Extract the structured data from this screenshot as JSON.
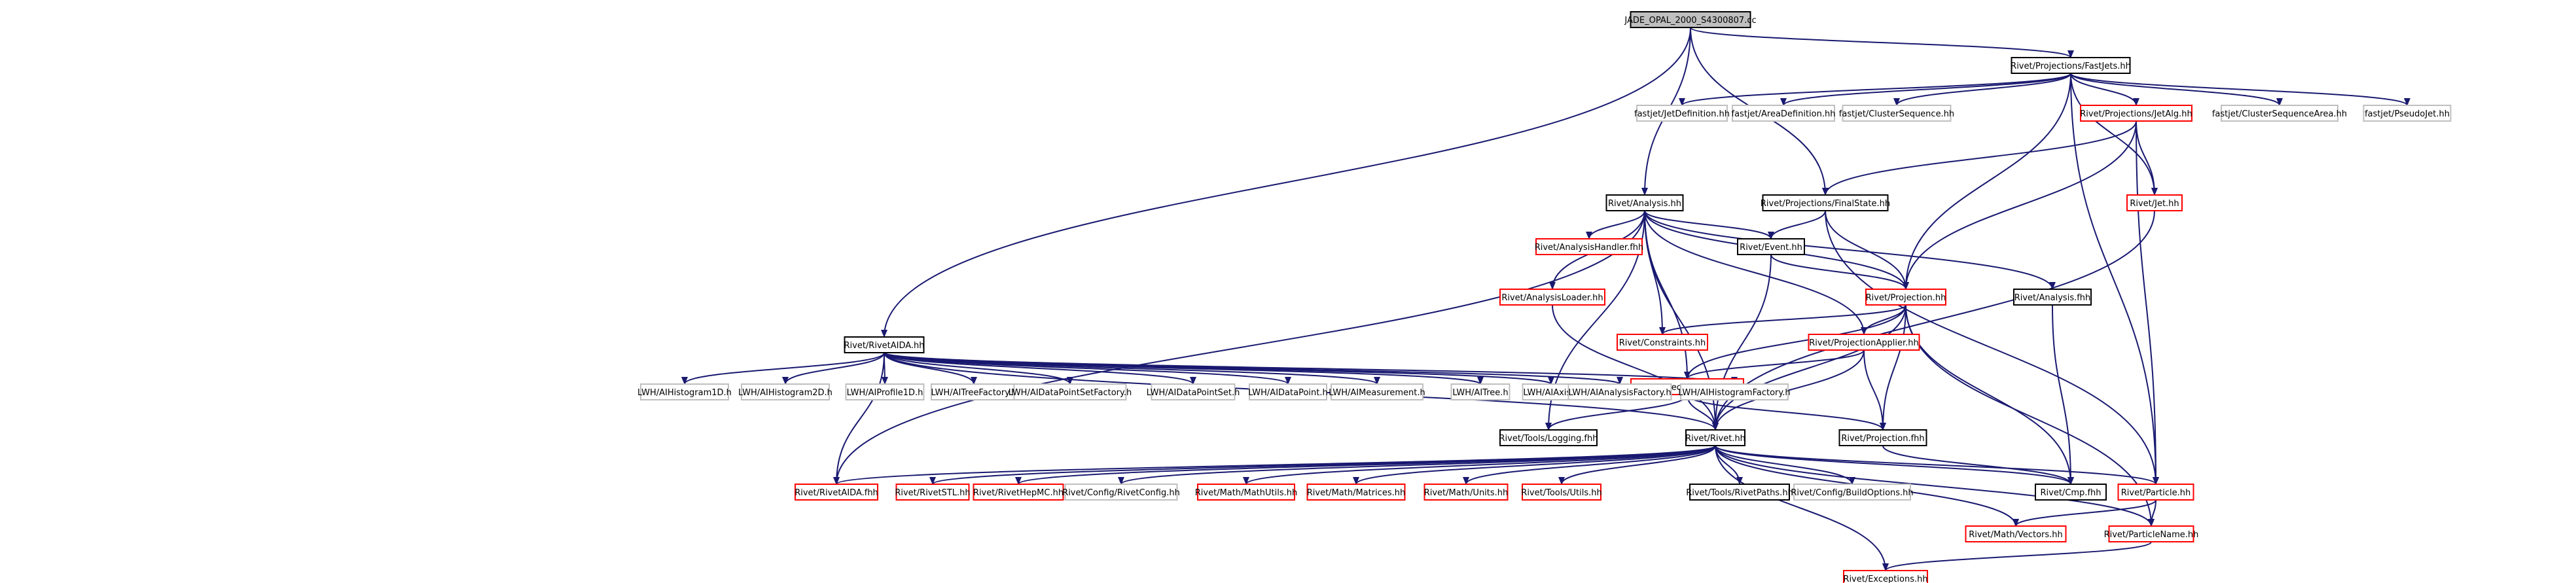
{
  "colors": {
    "edge": "#191970",
    "root_fill": "#bfbfbf",
    "root_border": "#000000",
    "documented_border": "#000000",
    "truncated_border": "#ff0000",
    "external_border": "#bfbfbf",
    "node_fill": "#ffffff"
  },
  "graph": {
    "nodes": [
      {
        "id": "root",
        "label": "JADE_OPAL_2000_S4300807.cc",
        "kind": "root"
      },
      {
        "id": "fastjets",
        "label": "Rivet/Projections/FastJets.hh",
        "kind": "documented"
      },
      {
        "id": "jetdef",
        "label": "fastjet/JetDefinition.hh",
        "kind": "external"
      },
      {
        "id": "areadef",
        "label": "fastjet/AreaDefinition.hh",
        "kind": "external"
      },
      {
        "id": "clusterseq",
        "label": "fastjet/ClusterSequence.hh",
        "kind": "external"
      },
      {
        "id": "jetalg",
        "label": "Rivet/Projections/JetAlg.hh",
        "kind": "truncated"
      },
      {
        "id": "csarea",
        "label": "fastjet/ClusterSequenceArea.hh",
        "kind": "external"
      },
      {
        "id": "pseudojet",
        "label": "fastjet/PseudoJet.hh",
        "kind": "external"
      },
      {
        "id": "analysis",
        "label": "Rivet/Analysis.hh",
        "kind": "documented"
      },
      {
        "id": "finalstate",
        "label": "Rivet/Projections/FinalState.hh",
        "kind": "documented"
      },
      {
        "id": "jet",
        "label": "Rivet/Jet.hh",
        "kind": "truncated"
      },
      {
        "id": "anahandler",
        "label": "Rivet/AnalysisHandler.fhh",
        "kind": "truncated"
      },
      {
        "id": "event",
        "label": "Rivet/Event.hh",
        "kind": "documented"
      },
      {
        "id": "analoader",
        "label": "Rivet/AnalysisLoader.hh",
        "kind": "truncated"
      },
      {
        "id": "projection",
        "label": "Rivet/Projection.hh",
        "kind": "truncated"
      },
      {
        "id": "analysisfhh",
        "label": "Rivet/Analysis.fhh",
        "kind": "documented"
      },
      {
        "id": "constraints",
        "label": "Rivet/Constraints.hh",
        "kind": "truncated"
      },
      {
        "id": "projapplier",
        "label": "Rivet/ProjectionApplier.hh",
        "kind": "truncated"
      },
      {
        "id": "rivetaida",
        "label": "Rivet/RivetAIDA.hh",
        "kind": "documented"
      },
      {
        "id": "projhandler",
        "label": "Rivet/ProjectionHandler.hh",
        "kind": "truncated"
      },
      {
        "id": "h1d",
        "label": "LWH/AIHistogram1D.h",
        "kind": "external"
      },
      {
        "id": "h2d",
        "label": "LWH/AIHistogram2D.h",
        "kind": "external"
      },
      {
        "id": "p1d",
        "label": "LWH/AIProfile1D.h",
        "kind": "external"
      },
      {
        "id": "treefac",
        "label": "LWH/AITreeFactory.h",
        "kind": "external"
      },
      {
        "id": "dpsfac",
        "label": "LWH/AIDataPointSetFactory.h",
        "kind": "external"
      },
      {
        "id": "dps",
        "label": "LWH/AIDataPointSet.h",
        "kind": "external"
      },
      {
        "id": "dp",
        "label": "LWH/AIDataPoint.h",
        "kind": "external"
      },
      {
        "id": "meas",
        "label": "LWH/AIMeasurement.h",
        "kind": "external"
      },
      {
        "id": "tree",
        "label": "LWH/AITree.h",
        "kind": "external"
      },
      {
        "id": "axis",
        "label": "LWH/AIAxis.h",
        "kind": "external"
      },
      {
        "id": "anafac",
        "label": "LWH/AIAnalysisFactory.h",
        "kind": "external"
      },
      {
        "id": "histfac",
        "label": "LWH/AIHistogramFactory.h",
        "kind": "external"
      },
      {
        "id": "logging",
        "label": "Rivet/Tools/Logging.fhh",
        "kind": "documented"
      },
      {
        "id": "rivet",
        "label": "Rivet/Rivet.hh",
        "kind": "documented"
      },
      {
        "id": "projfhh",
        "label": "Rivet/Projection.fhh",
        "kind": "documented"
      },
      {
        "id": "aidafhh",
        "label": "Rivet/RivetAIDA.fhh",
        "kind": "truncated"
      },
      {
        "id": "stl",
        "label": "Rivet/RivetSTL.hh",
        "kind": "truncated"
      },
      {
        "id": "hepmc",
        "label": "Rivet/RivetHepMC.hh",
        "kind": "truncated"
      },
      {
        "id": "config",
        "label": "Rivet/Config/RivetConfig.hh",
        "kind": "external"
      },
      {
        "id": "mathutils",
        "label": "Rivet/Math/MathUtils.hh",
        "kind": "truncated"
      },
      {
        "id": "matrices",
        "label": "Rivet/Math/Matrices.hh",
        "kind": "truncated"
      },
      {
        "id": "units",
        "label": "Rivet/Math/Units.hh",
        "kind": "truncated"
      },
      {
        "id": "utils",
        "label": "Rivet/Tools/Utils.hh",
        "kind": "truncated"
      },
      {
        "id": "paths",
        "label": "Rivet/Tools/RivetPaths.hh",
        "kind": "documented"
      },
      {
        "id": "buildopts",
        "label": "Rivet/Config/BuildOptions.hh",
        "kind": "external"
      },
      {
        "id": "cmp",
        "label": "Rivet/Cmp.fhh",
        "kind": "documented"
      },
      {
        "id": "particle",
        "label": "Rivet/Particle.hh",
        "kind": "truncated"
      },
      {
        "id": "vectors",
        "label": "Rivet/Math/Vectors.hh",
        "kind": "truncated"
      },
      {
        "id": "pname",
        "label": "Rivet/ParticleName.hh",
        "kind": "truncated"
      },
      {
        "id": "exceptions",
        "label": "Rivet/Exceptions.hh",
        "kind": "truncated"
      }
    ],
    "edges": [
      [
        "root",
        "fastjets"
      ],
      [
        "root",
        "analysis"
      ],
      [
        "root",
        "finalstate"
      ],
      [
        "root",
        "rivetaida"
      ],
      [
        "fastjets",
        "jetdef"
      ],
      [
        "fastjets",
        "areadef"
      ],
      [
        "fastjets",
        "clusterseq"
      ],
      [
        "fastjets",
        "jetalg"
      ],
      [
        "fastjets",
        "csarea"
      ],
      [
        "fastjets",
        "pseudojet"
      ],
      [
        "fastjets",
        "jet"
      ],
      [
        "fastjets",
        "projection"
      ],
      [
        "fastjets",
        "particle"
      ],
      [
        "jetalg",
        "finalstate"
      ],
      [
        "jetalg",
        "jet"
      ],
      [
        "jetalg",
        "projection"
      ],
      [
        "jetalg",
        "particle"
      ],
      [
        "jet",
        "rivet"
      ],
      [
        "analysis",
        "anahandler"
      ],
      [
        "analysis",
        "event"
      ],
      [
        "analysis",
        "analoader"
      ],
      [
        "analysis",
        "projection"
      ],
      [
        "analysis",
        "analysisfhh"
      ],
      [
        "analysis",
        "constraints"
      ],
      [
        "analysis",
        "projapplier"
      ],
      [
        "analysis",
        "projhandler"
      ],
      [
        "analysis",
        "logging"
      ],
      [
        "analysis",
        "rivet"
      ],
      [
        "analysis",
        "aidafhh"
      ],
      [
        "finalstate",
        "event"
      ],
      [
        "finalstate",
        "projection"
      ],
      [
        "finalstate",
        "particle"
      ],
      [
        "event",
        "projection"
      ],
      [
        "event",
        "rivet"
      ],
      [
        "analoader",
        "rivet"
      ],
      [
        "projection",
        "constraints"
      ],
      [
        "projection",
        "projapplier"
      ],
      [
        "projection",
        "projhandler"
      ],
      [
        "projection",
        "rivet"
      ],
      [
        "projection",
        "projfhh"
      ],
      [
        "projection",
        "cmp"
      ],
      [
        "projection",
        "pname"
      ],
      [
        "analysisfhh",
        "cmp"
      ],
      [
        "projapplier",
        "projhandler"
      ],
      [
        "projapplier",
        "rivet"
      ],
      [
        "projapplier",
        "projfhh"
      ],
      [
        "projhandler",
        "logging"
      ],
      [
        "projhandler",
        "rivet"
      ],
      [
        "projhandler",
        "projfhh"
      ],
      [
        "rivetaida",
        "h1d"
      ],
      [
        "rivetaida",
        "h2d"
      ],
      [
        "rivetaida",
        "p1d"
      ],
      [
        "rivetaida",
        "treefac"
      ],
      [
        "rivetaida",
        "dpsfac"
      ],
      [
        "rivetaida",
        "dps"
      ],
      [
        "rivetaida",
        "dp"
      ],
      [
        "rivetaida",
        "meas"
      ],
      [
        "rivetaida",
        "tree"
      ],
      [
        "rivetaida",
        "axis"
      ],
      [
        "rivetaida",
        "anafac"
      ],
      [
        "rivetaida",
        "histfac"
      ],
      [
        "rivetaida",
        "rivet"
      ],
      [
        "rivetaida",
        "aidafhh"
      ],
      [
        "rivet",
        "aidafhh"
      ],
      [
        "rivet",
        "stl"
      ],
      [
        "rivet",
        "hepmc"
      ],
      [
        "rivet",
        "config"
      ],
      [
        "rivet",
        "mathutils"
      ],
      [
        "rivet",
        "matrices"
      ],
      [
        "rivet",
        "units"
      ],
      [
        "rivet",
        "utils"
      ],
      [
        "rivet",
        "paths"
      ],
      [
        "rivet",
        "buildopts"
      ],
      [
        "rivet",
        "cmp"
      ],
      [
        "rivet",
        "particle"
      ],
      [
        "rivet",
        "vectors"
      ],
      [
        "rivet",
        "pname"
      ],
      [
        "rivet",
        "exceptions"
      ],
      [
        "projfhh",
        "cmp"
      ],
      [
        "particle",
        "vectors"
      ],
      [
        "particle",
        "pname"
      ],
      [
        "pname",
        "exceptions"
      ]
    ]
  }
}
